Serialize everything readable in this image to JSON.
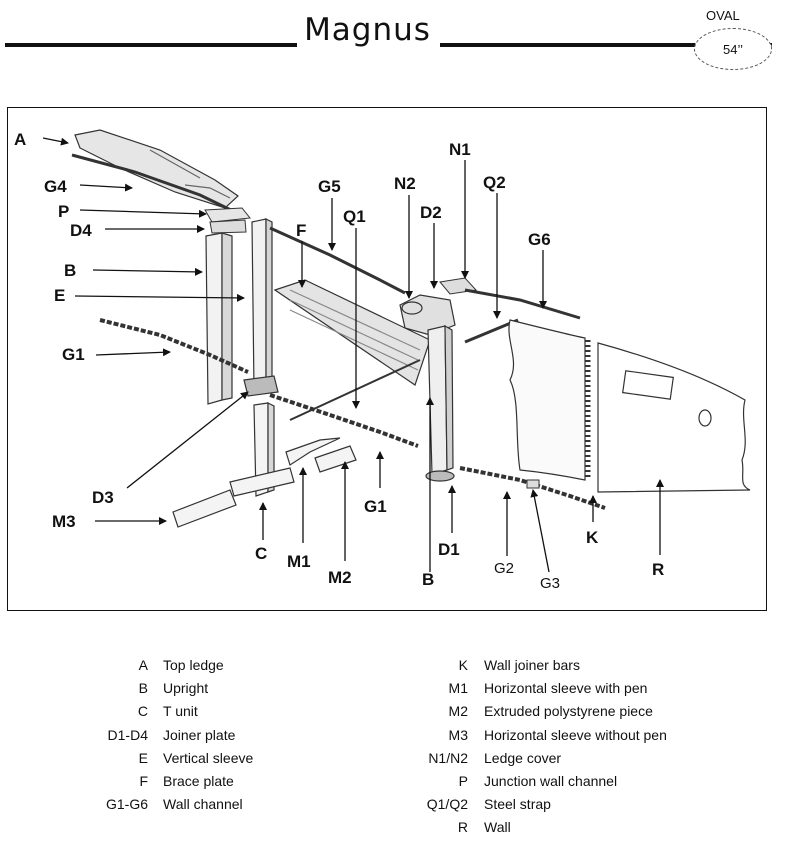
{
  "header": {
    "title": "Magnus",
    "shape_label": "OVAL",
    "size_label": "54’’"
  },
  "callouts": {
    "A": "A",
    "G4": "G4",
    "P": "P",
    "D4": "D4",
    "B_left": "B",
    "E": "E",
    "G1_left": "G1",
    "D3": "D3",
    "M3": "M3",
    "C": "C",
    "M1": "M1",
    "M2": "M2",
    "G1_bottom": "G1",
    "F": "F",
    "G5": "G5",
    "Q1": "Q1",
    "N2": "N2",
    "D2": "D2",
    "N1": "N1",
    "Q2": "Q2",
    "G6": "G6",
    "B_bottom": "B",
    "D1": "D1",
    "G2": "G2",
    "G3": "G3",
    "K": "K",
    "R": "R"
  },
  "legend": {
    "left": [
      {
        "code": "A",
        "desc": "Top ledge"
      },
      {
        "code": "B",
        "desc": "Upright"
      },
      {
        "code": "C",
        "desc": "T unit"
      },
      {
        "code": "D1-D4",
        "desc": "Joiner plate"
      },
      {
        "code": "E",
        "desc": "Vertical sleeve"
      },
      {
        "code": "F",
        "desc": "Brace plate"
      },
      {
        "code": "G1-G6",
        "desc": "Wall channel"
      }
    ],
    "right": [
      {
        "code": "K",
        "desc": "Wall joiner bars"
      },
      {
        "code": "M1",
        "desc": "Horizontal sleeve with pen"
      },
      {
        "code": "M2",
        "desc": "Extruded polystyrene piece"
      },
      {
        "code": "M3",
        "desc": "Horizontal sleeve without pen"
      },
      {
        "code": "N1/N2",
        "desc": "Ledge cover"
      },
      {
        "code": "P",
        "desc": "Junction wall channel"
      },
      {
        "code": "Q1/Q2",
        "desc": "Steel strap"
      },
      {
        "code": "R",
        "desc": "Wall"
      }
    ]
  }
}
